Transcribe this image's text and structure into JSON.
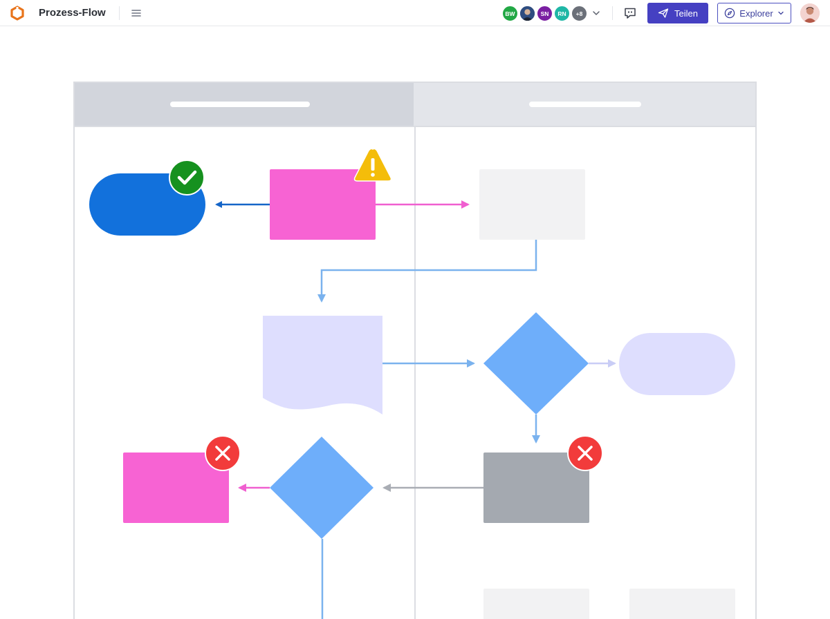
{
  "app": {
    "title": "Prozess-Flow"
  },
  "collaborators": [
    {
      "initials": "BW",
      "color": "#22a845"
    },
    {
      "initials": "",
      "color": "#2f4d80",
      "is_photo": true
    },
    {
      "initials": "SN",
      "color": "#7a1fa2"
    },
    {
      "initials": "RN",
      "color": "#1fb7a6"
    },
    {
      "initials": "+8",
      "color": "#6b7079"
    }
  ],
  "toolbar": {
    "share_label": "Teilen",
    "explorer_label": "Explorer",
    "icons": {
      "logo": "orange-hexagon-logo",
      "menu": "hamburger-menu-icon",
      "chevron": "chevron-down-icon",
      "comment": "comment-icon",
      "share": "paper-plane-icon",
      "explorer": "compass-icon"
    }
  },
  "colors": {
    "accent": "#4540c2",
    "terminal_blue": "#1271dc",
    "process_pink": "#f763d3",
    "decision_blue": "#6eaefa",
    "placeholder_gray": "#f2f2f3",
    "lavender": "#dedefe",
    "dark_gray": "#a4a9b0",
    "success": "#16911f",
    "warning": "#f4bd0a",
    "error": "#f23b3b"
  },
  "status_badges": {
    "success": "check-icon",
    "warning": "warning-icon",
    "error": "close-icon"
  }
}
